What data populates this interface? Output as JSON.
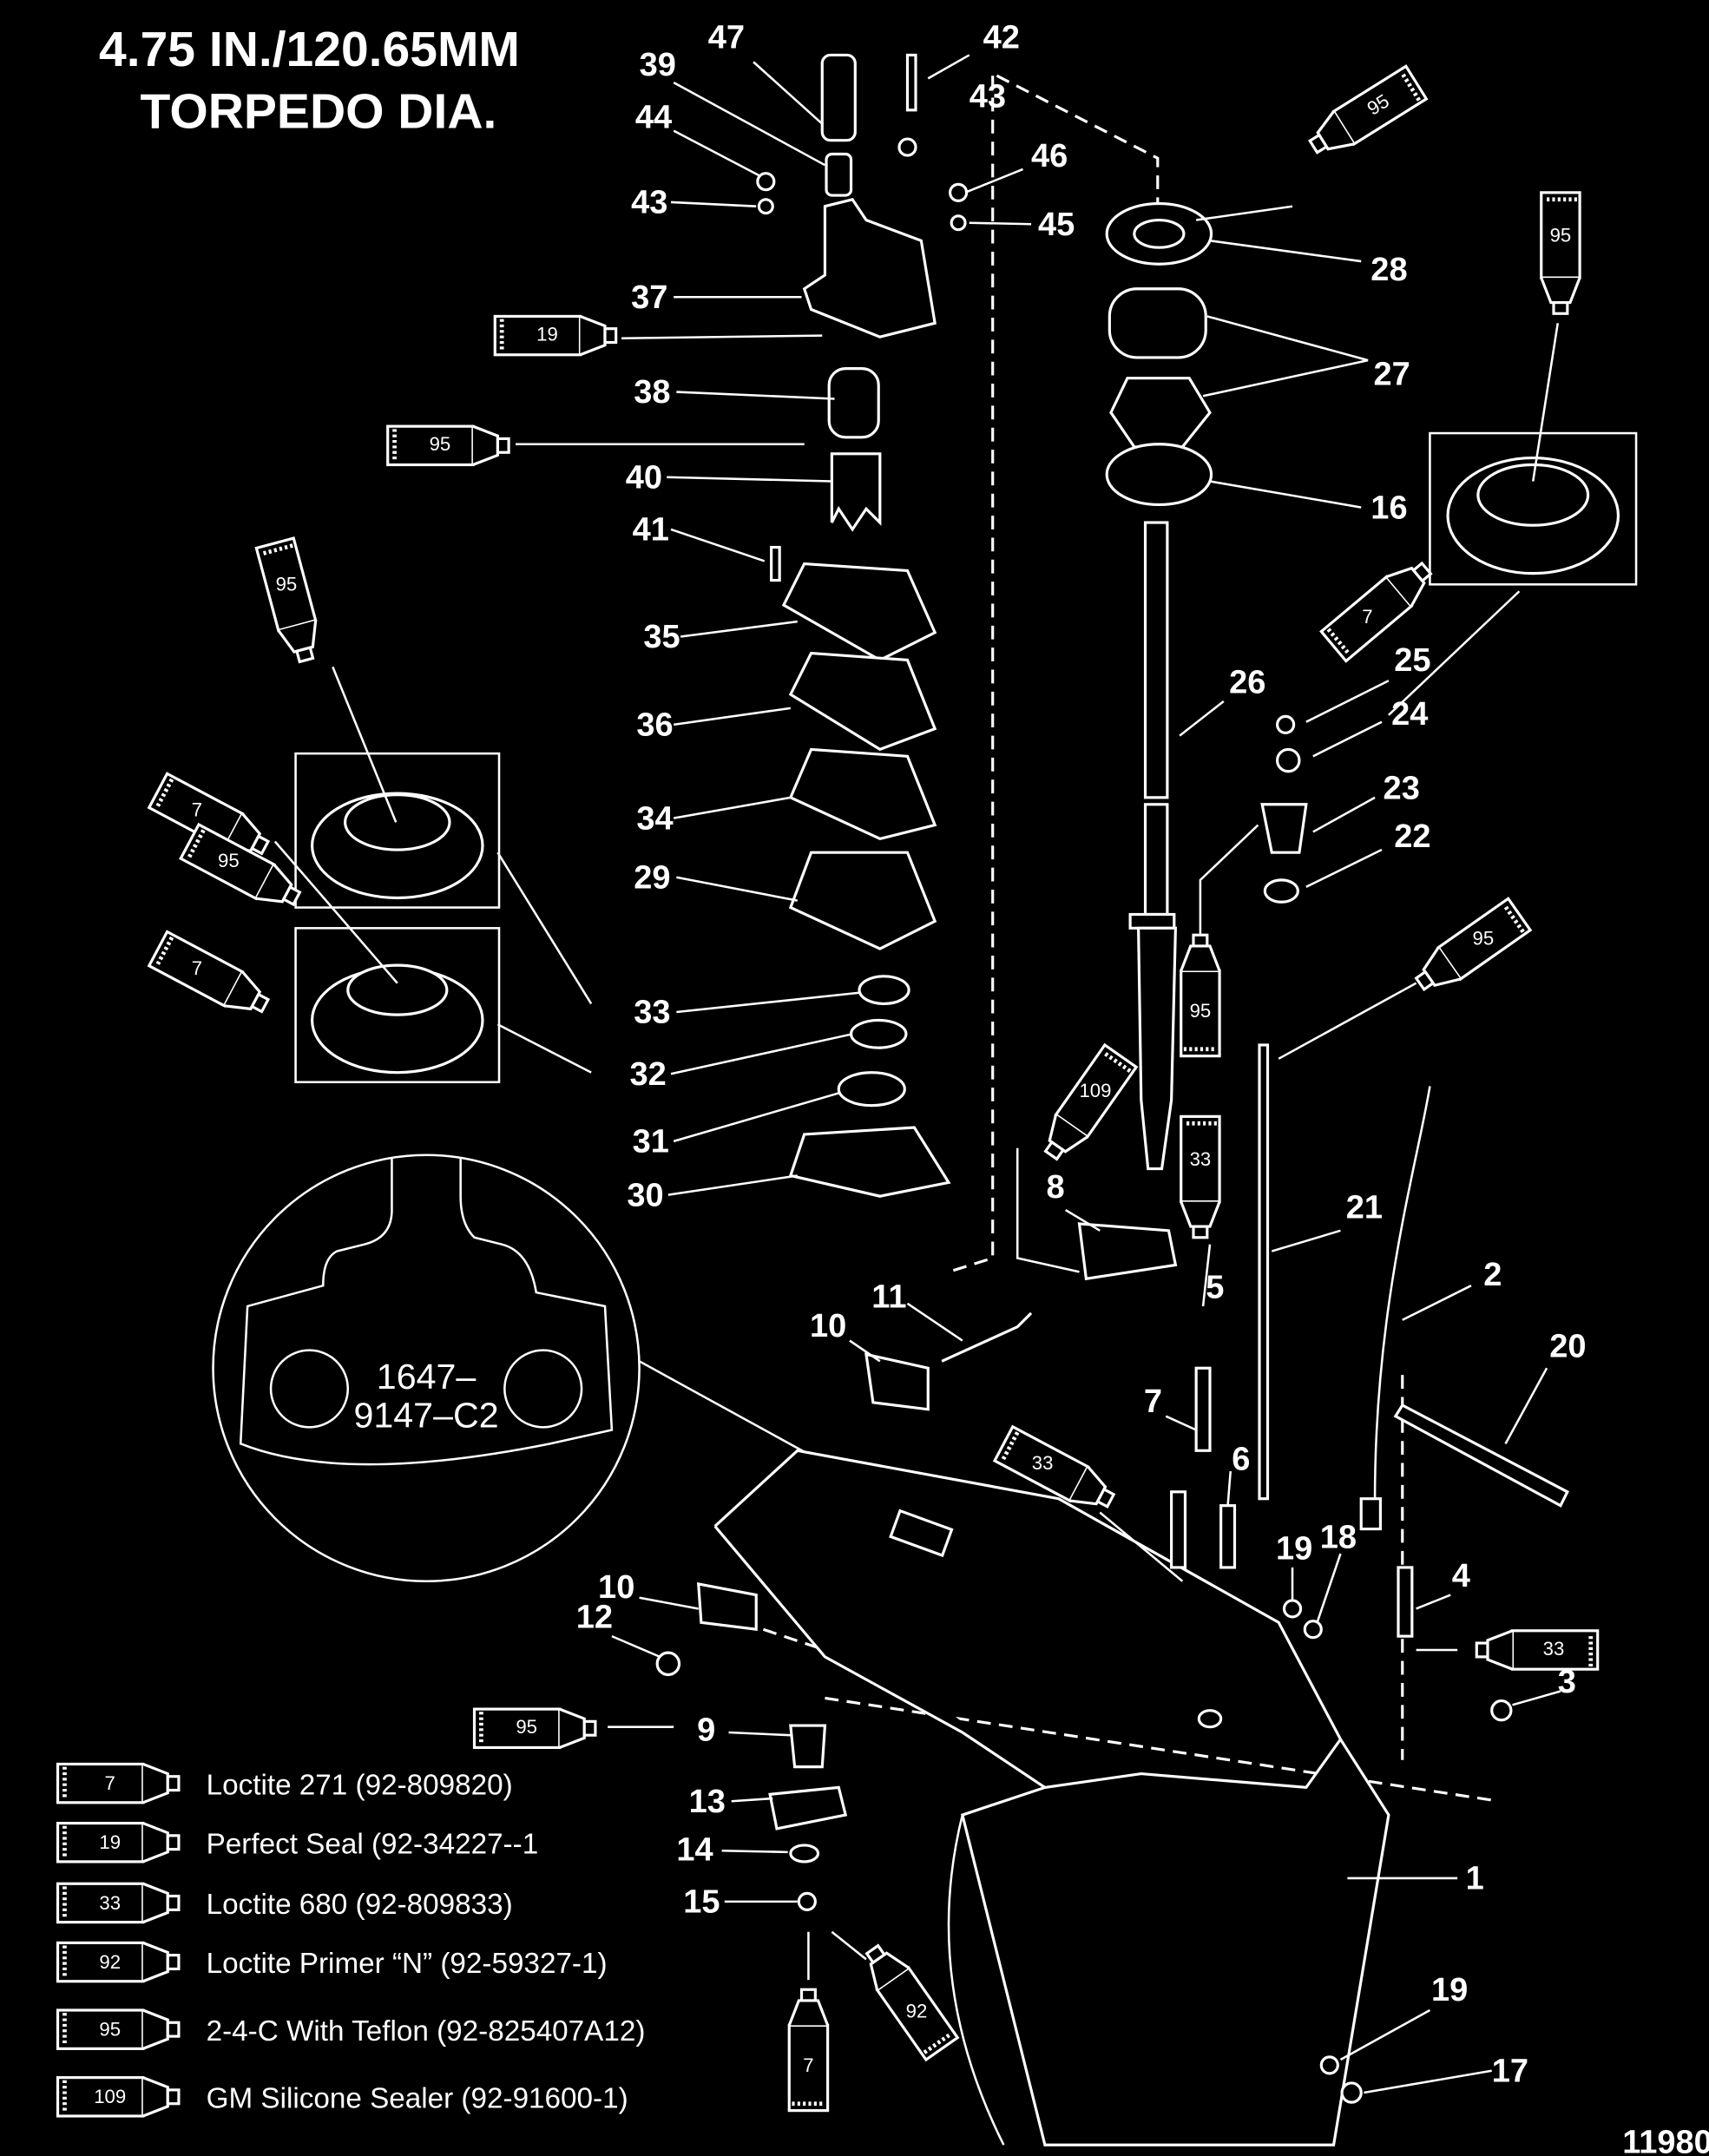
{
  "title": {
    "line1": "4.75 IN./120.65MM",
    "line2": "TORPEDO DIA."
  },
  "figure_number": "11980",
  "detail": {
    "line1": "1647–",
    "line2": "9147–C2"
  },
  "callouts": [
    "47",
    "42",
    "39",
    "43",
    "44",
    "46",
    "43",
    "45",
    "37",
    "28",
    "38",
    "27",
    "40",
    "16",
    "41",
    "35",
    "26",
    "25",
    "24",
    "36",
    "23",
    "22",
    "34",
    "29",
    "33",
    "32",
    "31",
    "30",
    "8",
    "21",
    "11",
    "5",
    "2",
    "10",
    "20",
    "7",
    "6",
    "19",
    "18",
    "10",
    "12",
    "4",
    "3",
    "9",
    "13",
    "14",
    "15",
    "1",
    "19",
    "17"
  ],
  "tubes": [
    "95",
    "95",
    "19",
    "95",
    "7",
    "95",
    "7",
    "95",
    "7",
    "95",
    "95",
    "109",
    "33",
    "33",
    "33",
    "95",
    "7",
    "92"
  ],
  "legend": [
    {
      "code": "7",
      "text": "Loctite 271 (92-809820)"
    },
    {
      "code": "19",
      "text": "Perfect Seal (92-34227--1"
    },
    {
      "code": "33",
      "text": "Loctite 680 (92-809833)"
    },
    {
      "code": "92",
      "text": "Loctite Primer “N” (92-59327-1)"
    },
    {
      "code": "95",
      "text": "2-4-C  With Teflon (92-825407A12)"
    },
    {
      "code": "109",
      "text": "GM Silicone Sealer (92-91600-1)"
    }
  ],
  "colors": {
    "background": "#000000",
    "line": "#ffffff"
  }
}
